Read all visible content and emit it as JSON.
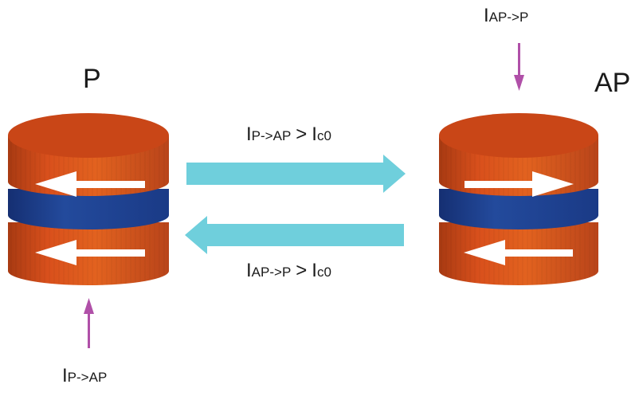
{
  "labels": {
    "p_state": "P",
    "ap_state": "AP"
  },
  "currents": {
    "top_i": "I",
    "top_sub": "AP->P",
    "bottom_i": "I",
    "bottom_sub": "P->AP",
    "forward_i": "I",
    "forward_sub": "P->AP",
    "forward_op": ">",
    "forward_rhs_i": "I",
    "forward_rhs_sub": "c0",
    "reverse_i": "I",
    "reverse_sub": "AP->P",
    "reverse_op": ">",
    "reverse_rhs_i": "I",
    "reverse_rhs_sub": "c0"
  },
  "colors": {
    "layer_orange": "#d9501c",
    "layer_orange_top": "#c94617",
    "barrier_blue": "#1f3f8f",
    "transition_arrow": "#6fcfdc",
    "current_arrow": "#b050a8",
    "magnet_arrow": "#ffffff"
  },
  "elements": {
    "p_device": {
      "free_layer_direction": "left",
      "fixed_layer_direction": "left"
    },
    "ap_device": {
      "free_layer_direction": "right",
      "fixed_layer_direction": "left"
    }
  }
}
